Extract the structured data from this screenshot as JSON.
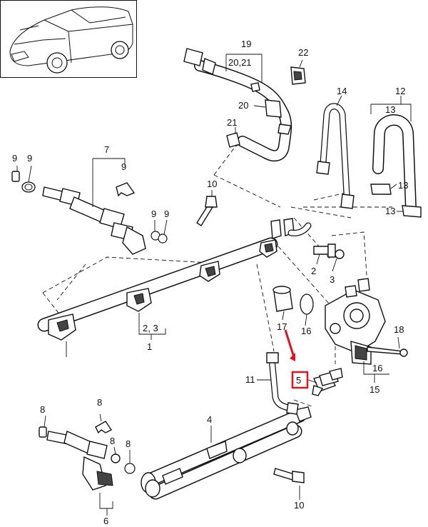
{
  "accent_color": "#e0151b",
  "highlighted_part": "5",
  "labels": {
    "p19": "19",
    "p20_21": "20,21",
    "p22": "22",
    "p20": "20",
    "p21": "21",
    "p14": "14",
    "p12": "12",
    "p13a": "13",
    "p13b": "13",
    "p13c": "13",
    "p7": "7",
    "p9a": "9",
    "p9b": "9",
    "p9c": "9",
    "p9d": "9",
    "p9e": "9",
    "p10a": "10",
    "p2": "2",
    "p3": "3",
    "p17": "17",
    "p16a": "16",
    "p18": "18",
    "p16b": "16",
    "p15": "15",
    "p2_3": "2, 3",
    "p1": "1",
    "p11": "11",
    "p5": "5",
    "p4": "4",
    "p8a": "8",
    "p8b": "8",
    "p8c": "8",
    "p8d": "8",
    "p6": "6",
    "p10b": "10"
  }
}
